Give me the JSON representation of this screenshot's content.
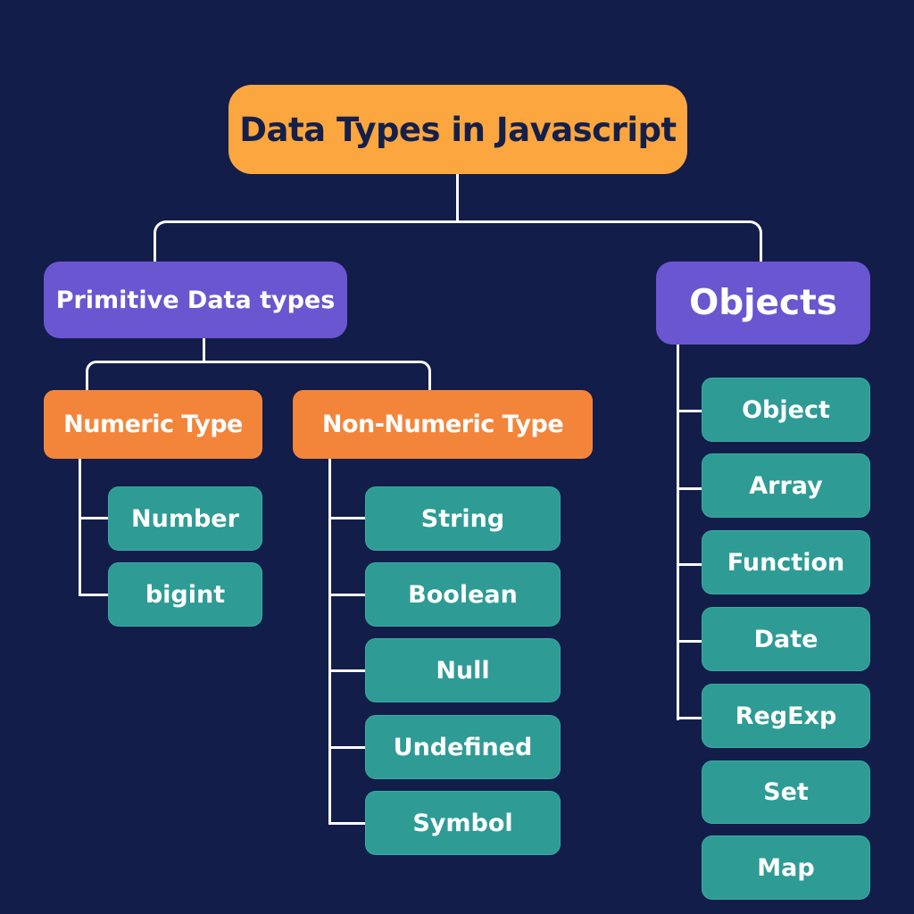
{
  "title": "Data Types in Javascript",
  "colors": {
    "background": "#121d4a",
    "root": "#fca63f",
    "category": "#6a56d0",
    "subcategory": "#f3853a",
    "leaf": "#2e9b95",
    "connector": "#ffffff"
  },
  "categories": [
    {
      "label": "Primitive Data types",
      "subcategories": [
        {
          "label": "Numeric Type",
          "items": [
            "Number",
            "bigint"
          ]
        },
        {
          "label": "Non-Numeric Type",
          "items": [
            "String",
            "Boolean",
            "Null",
            "Undefined",
            "Symbol"
          ]
        }
      ]
    },
    {
      "label": "Objects",
      "items": [
        "Object",
        "Array",
        "Function",
        "Date",
        "RegExp",
        "Set",
        "Map"
      ]
    }
  ]
}
